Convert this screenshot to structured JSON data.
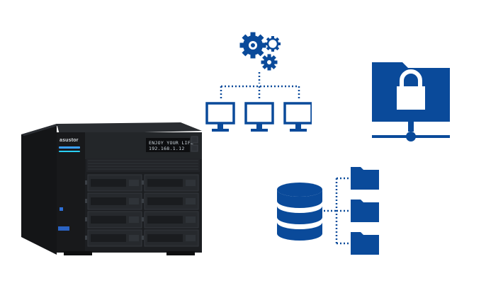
{
  "nas": {
    "brand": "asustor",
    "lcd_line1": "ENJOY YOUR LIFE",
    "lcd_line2": "192.168.1.12",
    "drive_bays": 8
  },
  "colors": {
    "accent": "#0a4a9a",
    "device_body": "#1c1e21",
    "bay": "#26292d"
  },
  "icons": [
    "gears-icon",
    "network-computers-icon",
    "locked-shared-folder-icon",
    "database-icon",
    "folder-icon"
  ]
}
